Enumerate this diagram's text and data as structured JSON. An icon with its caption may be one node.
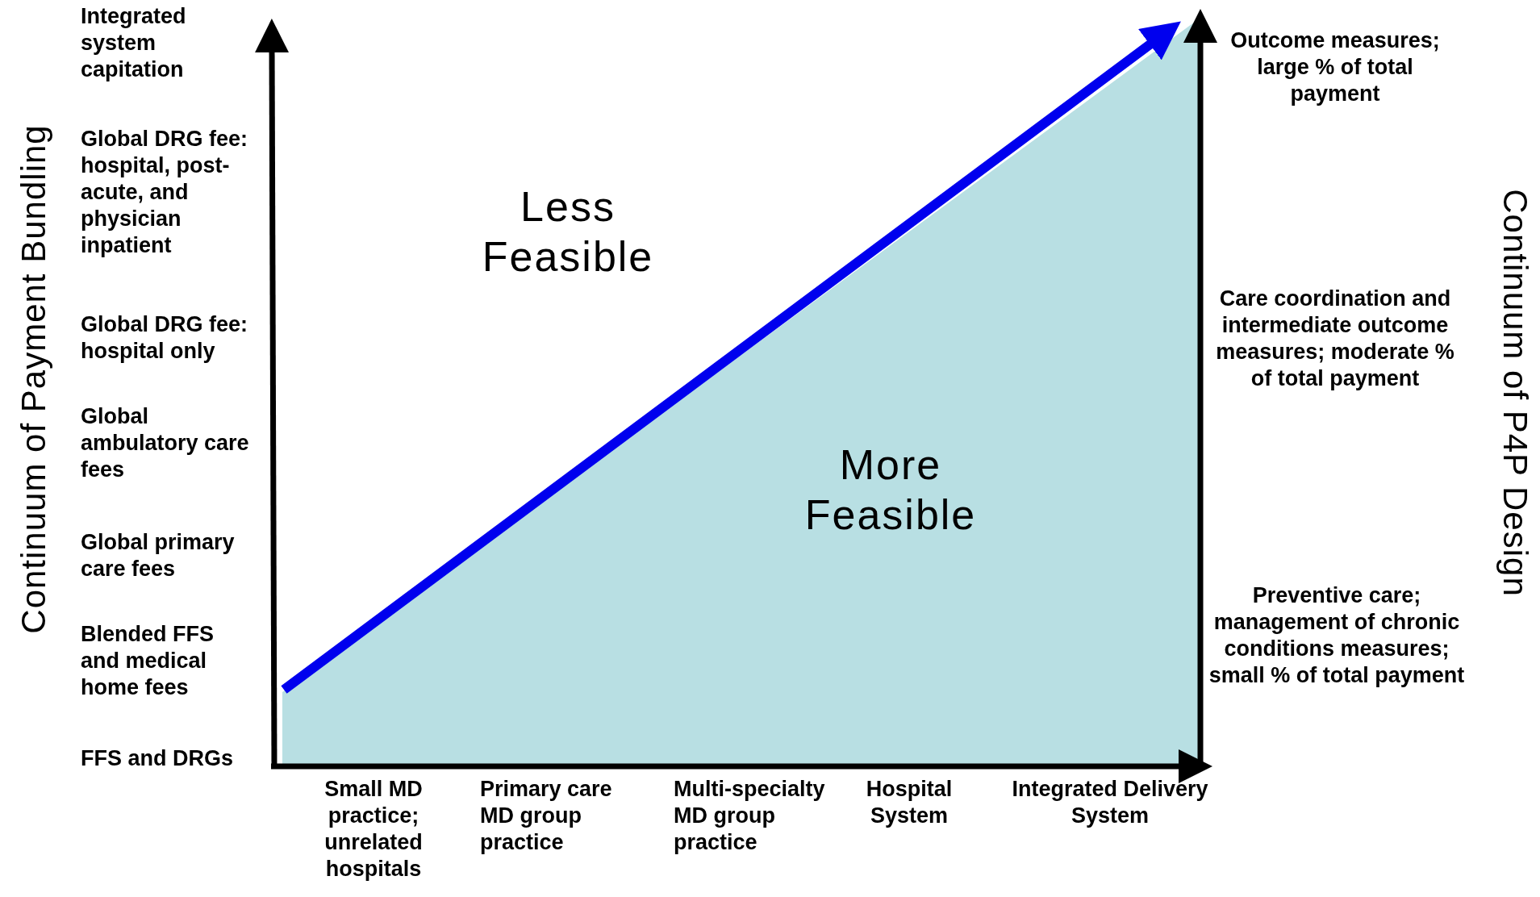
{
  "diagram": {
    "labels": [
      "Continuum of Payment Bundling",
      "Integrated system capitation",
      "Global DRG fee: hospital, post-acute, and physician inpatient",
      "Global DRG fee: hospital only",
      "Global ambulatory care fees",
      "Global primary care fees",
      "Blended FFS and medical home fees",
      "FFS and DRGs",
      "Less Feasible",
      "More Feasible",
      "Outcome measures; large % of total payment",
      "Care coordination and intermediate outcome measures; moderate % of total payment",
      "Preventive care; management of chronic conditions measures; small % of total payment",
      "Continuum of P4P Design",
      "Small MD practice; unrelated hospitals",
      "Primary care MD group practice",
      "Multi-specialty MD group practice",
      "Hospital System",
      "Integrated Delivery System"
    ]
  }
}
